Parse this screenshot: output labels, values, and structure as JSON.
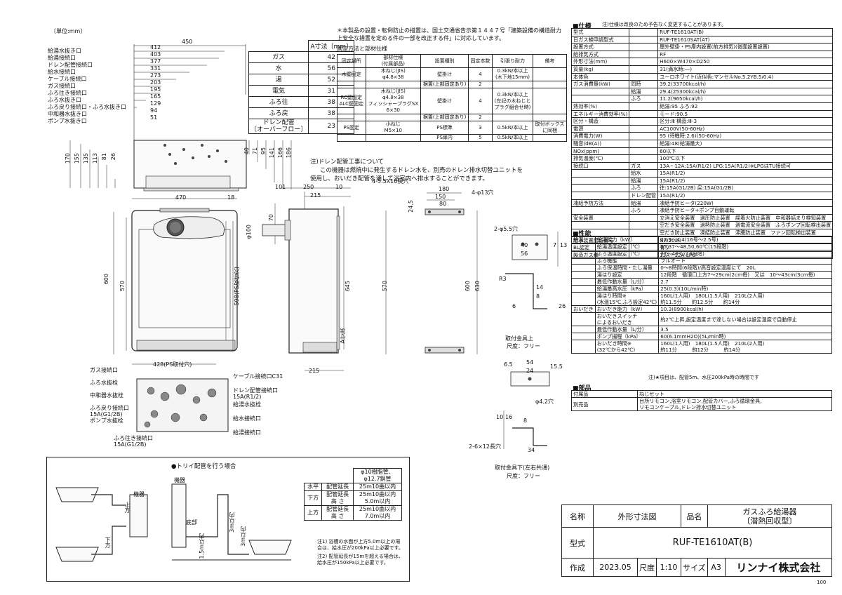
{
  "unit_label": "〔単位:mm〕",
  "left_dims": {
    "top_total": "450",
    "rows": [
      {
        "label": "給湯水抜き口",
        "value": "412"
      },
      {
        "label": "給湯接続口",
        "value": "403"
      },
      {
        "label": "ドレン配管接続口",
        "value": "377"
      },
      {
        "label": "給水接続口",
        "value": "331"
      },
      {
        "label": "ケーブル接続口",
        "value": "273"
      },
      {
        "label": "ガス接続口",
        "value": "203"
      },
      {
        "label": "ふろ往き接続口",
        "value": "195"
      },
      {
        "label": "ふろ水抜き口",
        "value": "165"
      },
      {
        "label": "ふろ戻り接続口・ふろ水抜き口",
        "value": "129"
      },
      {
        "label": "中和器水抜き口",
        "value": "94"
      },
      {
        "label": "ポンプ水抜き口",
        "value": "51"
      }
    ],
    "vert_left": [
      "170",
      "155",
      "135",
      "113",
      "81",
      "26"
    ],
    "vert_right": [
      "40",
      "71",
      "95",
      "141",
      "166",
      "186"
    ]
  },
  "a_table": {
    "header": "A寸法〔mm〕",
    "rows": [
      {
        "label": "ガス",
        "value": "42"
      },
      {
        "label": "水",
        "value": "56"
      },
      {
        "label": "湯",
        "value": "52"
      },
      {
        "label": "電気",
        "value": "31"
      },
      {
        "label": "ふろ往",
        "value": "38"
      },
      {
        "label": "ふろ戻",
        "value": "38"
      },
      {
        "label": "ドレン配管\n〔オーバーフロー〕",
        "value": "23"
      }
    ]
  },
  "notice": "＊本製品の設置・転倒防止の措置は、国土交通省告示第１４４７号「建築設備の構造耐力上安全な措置を定める件の一部を改正する件」に対応しています。",
  "fix_title": "固定方法と部材仕様",
  "fix_table": {
    "headers": [
      "固定場所",
      "部材仕様\n(付属部品)",
      "設置種別",
      "固定本数",
      "引張り耐力",
      "備考"
    ],
    "rows": [
      [
        "木壁固定",
        "木ねじ(JIS)\nφ4.8×38",
        "壁掛け",
        "4",
        "0.3kN/本以上\n(木下地15mm)",
        ""
      ],
      [
        "",
        "",
        "据置(上部固定あり)",
        "2",
        "",
        ""
      ],
      [
        "RC壁固定\nALC壁固定",
        "木ねじ(JIS)\nφ4.8×38\nフィッシャープラグSX\n6×30",
        "壁掛け",
        "4",
        "0.3kN/本以上\n(左記の木ねじと\nプラグ組合せ時)",
        ""
      ],
      [
        "",
        "",
        "据置(上部固定あり)",
        "2",
        "",
        ""
      ],
      [
        "PS固定",
        "小ねじ\nM5×10",
        "PS標準",
        "3",
        "0.5kN/本以上",
        "取付ボックス\nに同梱"
      ],
      [
        "",
        "",
        "PS扉内",
        "5",
        "0.5kN/本以上",
        ""
      ]
    ]
  },
  "drain_note": {
    "title": "注)ドレン配管工事について",
    "line1": "この機器は燃焼中に発生するドレン水を、別売のドレン排水切替ユニットを",
    "line2": "使用し、おいだき配管を通して浴室内へ排水することができます。"
  },
  "front": {
    "w": "470",
    "h": "600",
    "h2": "570",
    "ps": "598(PS取付穴)",
    "bottom": "428(PS取付穴)",
    "side_18": "18",
    "d100": "φ100"
  },
  "side": {
    "top": [
      "101",
      "250",
      "10"
    ],
    "w215": "215",
    "d70": "70",
    "h645": "645",
    "bottom215": "215",
    "a": "A寸法"
  },
  "bracket": {
    "holes": "4-5.5X16長穴",
    "w180": "180",
    "w150": "150",
    "w80": "80",
    "h24": "24.5",
    "h13": "4-φ13穴",
    "h600": "600",
    "h630": "630",
    "h570": "570"
  },
  "hook_top": {
    "label": "2-φ5.5穴",
    "d40": "40",
    "d56": "56",
    "d7": "7",
    "d13": "13",
    "r3": "R3",
    "d14": "14",
    "d8": "8",
    "d26": "26",
    "d6": "6",
    "cap": "取付金具上",
    "scale": "尺度：フリー"
  },
  "hook_bottom": {
    "d65": "6.5",
    "d54": "54",
    "d24": "24",
    "d15": "15.5",
    "d42": "φ4.2穴",
    "d10": "10",
    "d16": "16",
    "d80": "8",
    "d34": "34",
    "slot": "2-6×12長穴",
    "cap": "取付金具下(左右共通)",
    "scale": "尺度：フリー"
  },
  "bottom_view": {
    "labels_left": [
      "ガス接続口",
      "ふろ水抜栓",
      "中和器水抜栓",
      "ふろ戻り接続口\n15A(G1/2B)",
      "ポンプ水抜栓"
    ],
    "labels_right": [
      "ケーブル接続口C31",
      "ドレン配管接続口\n15A(R1/2)",
      "給湯水抜栓",
      "給水接続口",
      "給湯接続口"
    ],
    "bottom_label": "ふろ往き接続口\n15A(G1/2B)"
  },
  "trap": {
    "title": "●トリイ配管を行う場合",
    "device": "機器",
    "device2": "機器",
    "bottom": "底部",
    "up": "上方",
    "down": "下方",
    "m15": "1.5m以内",
    "m3a": "3m以内",
    "m3b": "3m以内"
  },
  "pipe_table": {
    "header": "φ10樹脂管、\nφ12.7銅管",
    "rows": [
      [
        "水平",
        "配管延長",
        "25m10曲以内"
      ],
      [
        "下方",
        "配管延長\n高 さ",
        "25m10曲以内\n5.0m以内"
      ],
      [
        "上方",
        "配管延長\n高 さ",
        "25m10曲以内\n7.0m以内"
      ]
    ],
    "note1": "注1) 浴槽の水面が上方5.0m以上の場合は、給水圧が200kPa以上必要です。",
    "note2": "注2) 配管延長が15mを超える場合は、給水圧が150kPa以上必要です。"
  },
  "spec": {
    "title": "■仕様",
    "note": "注)仕様は改良のため予告なく変更することがあります。",
    "rows": [
      [
        "型式",
        "",
        "RUF-TE1610AT(B)"
      ],
      [
        "日ガス検申請型式",
        "",
        "RUF-TE1610SAT(AT)"
      ],
      [
        "設置方式",
        "",
        "屋外壁掛・PS扉内設置(前方排気)(後面設置設置)"
      ],
      [
        "給排気方式",
        "",
        "RF"
      ],
      [
        "外形寸法(mm)",
        "",
        "H600×W470×D250"
      ],
      [
        "質量(kg)",
        "",
        "31(満水時:―)"
      ],
      [
        "本体色",
        "",
        "ユーロホワイト(近似色:マンセルNo.5.2YB.5/0.4)"
      ],
      [
        "ガス消費量(kW)",
        "同時",
        "39.2(33700kcal/h)"
      ],
      [
        "",
        "給湯",
        "29.4(25300kcal/h)"
      ],
      [
        "",
        "ふろ",
        "11.2(9650kcal/h)"
      ],
      [
        "熱効率(%)",
        "",
        "給湯:95 ふろ:92"
      ],
      [
        "エネルギー消費効率(%)",
        "",
        "モード:90.5"
      ],
      [
        "区分・構造",
        "",
        "区分:Ⅲ 構造:Ⅲ-3"
      ],
      [
        "電源",
        "",
        "AC100V(50-60Hz)"
      ],
      [
        "消費電力(W)",
        "",
        "95 (待機時:2.6)(50-60Hz)"
      ],
      [
        "騒音(dB(A))",
        "",
        "給湯:48(給湯最大)"
      ],
      [
        "NOx(ppm)",
        "",
        "60以下"
      ],
      [
        "排気温度(℃)",
        "",
        "100℃以下"
      ],
      [
        "接続口",
        "ガス",
        "13A・12A:15A(R1/2) LPG:15A(R1/2)※LPGはTU接続可"
      ],
      [
        "",
        "給水",
        "15A(R1/2)"
      ],
      [
        "",
        "給湯",
        "15A(R1/2)"
      ],
      [
        "",
        "ふろ",
        "往:15A(G1/2B) 戻:15A(G1/2B)"
      ],
      [
        "",
        "ドレン配管",
        "15A(R1/2)"
      ],
      [
        "凍結予防方法",
        "給湯",
        "凍結予防ヒータ(220W)"
      ],
      [
        "",
        "ふろ",
        "凍結予防ヒータ+ポンプ自動運転"
      ],
      [
        "安全装置",
        "",
        "立消え安全装置　過圧防止装置　誤着火防止装置　中和器詰まり検知装置"
      ],
      [
        "",
        "",
        "空だき安全装置　過熱防止装置　過電流安全装置　ふろポンプ回転検出装置"
      ],
      [
        "",
        "",
        "空だき防止装置　凍結防止装置　沸騰防止装置　ファン回転検出装置"
      ],
      [
        "給水装置認証番号",
        "",
        "NW2020"
      ],
      [
        "BL認定",
        "",
        "有り"
      ],
      [
        "製造ガス種",
        "",
        "13A・12A LPG"
      ]
    ]
  },
  "perf": {
    "title": "■性能",
    "rows": [
      [
        "給湯",
        "給湯能力〔kW〕",
        "27.9～4.4(16号～2.5号)"
      ],
      [
        "",
        "給湯温度設定〔℃〕",
        "35,37～48,50,60℃(15段階)"
      ],
      [
        "",
        "ふろ温度設定〔℃〕",
        "37～48℃(12段階)"
      ],
      [
        "",
        "ふろ機能",
        "フルオート"
      ],
      [
        "",
        "ふろ保温時間・たし湯量",
        "0～8時間(6段階)/高音設定温度にて　20L"
      ],
      [
        "",
        "湯はり設定",
        "12段階　循環口上方7～29cm(2cm毎)　又は　10～43cm(3cm毎)"
      ],
      [
        "",
        "最低作動水量〔L/分〕",
        "2.7"
      ],
      [
        "",
        "給湯最高水圧〔kPa〕",
        "25(0.3)(10L/min時)"
      ],
      [
        "",
        "湯はり時間※\n(水温15℃,ふろ設定42℃)",
        "160L(1人用)　180L(1.5人用)　210L(2人用)\n約11.5分　　約12.5分　　約14分"
      ],
      [
        "おいだき",
        "おいだき能力〔kW〕",
        "10.3(8900kcal/h)"
      ],
      [
        "",
        "おいだきスイッチ\nによるおいだき",
        "約2℃上昇,設定温度まで達しない場合は設定温度で自動停止"
      ],
      [
        "",
        "最低作動水量〔L/分〕",
        "3.5"
      ],
      [
        "",
        "ポンプ揚程〔kPa〕",
        "60(6.1mmH2O)(5L/min時)"
      ],
      [
        "",
        "おいだき時間※\n(32℃から42℃)",
        "160L(1人用)　180L(1.5人用)　210L(2人用)\n約11分　　　約12分　　　約14分"
      ]
    ],
    "footnote": "注)★項目は、配管5m、水圧200kPa時の時間です"
  },
  "parts": {
    "title": "■部品",
    "rows": [
      [
        "付属品",
        "ねじセット"
      ],
      [
        "別売品",
        "台所リモコン,浴室リモコン,配管カバー,ふろ循環金具,\nリモコンケーブル,ドレン排水切替ユニット"
      ]
    ]
  },
  "titleblock": {
    "name_label": "名称",
    "name_value": "外形寸法図",
    "product_label": "品名",
    "product_value": "ガスふろ給湯器\n〔潜熱回収型〕",
    "model_label": "型式",
    "model_value": "RUF-TE1610AT(B)",
    "made_label": "作成",
    "made_value": "2023.05",
    "scale_label": "尺度",
    "scale_value": "1:10",
    "size_label": "サイズ",
    "size_value": "A3",
    "company": "リンナイ株式会社",
    "page": "100"
  }
}
